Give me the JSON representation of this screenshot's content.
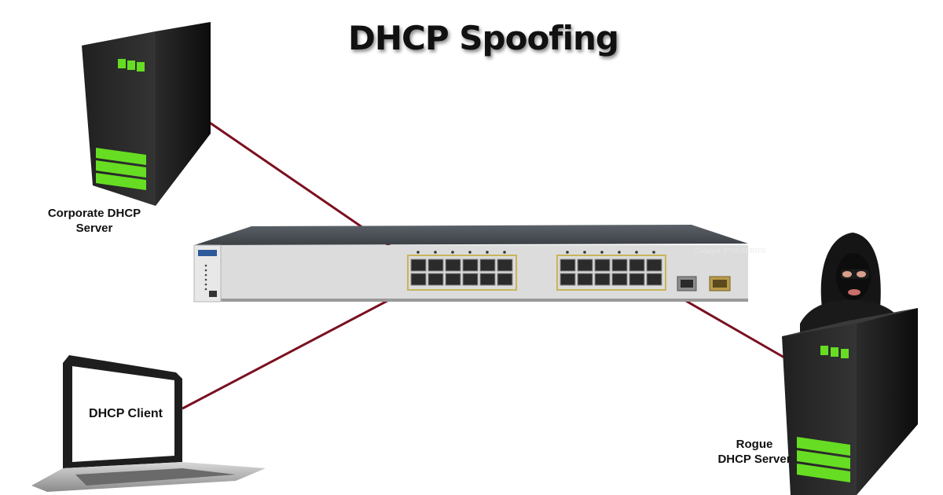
{
  "title": "DHCP Spoofing",
  "nodes": {
    "corporate_server": {
      "label_line1": "Corporate DHCP",
      "label_line2": "Server"
    },
    "rogue_server": {
      "label_line1": "Rogue",
      "label_line2": "DHCP Server"
    },
    "client": {
      "label": "DHCP Client"
    },
    "switch": {
      "model": "Catalyst 3750 SERIES",
      "port_count": 24
    }
  },
  "colors": {
    "link": "#7a1020",
    "server_body": "#1a1a1a",
    "server_led": "#66dd22",
    "switch_face": "#dcdcdc",
    "switch_top": "#4a5056",
    "port_border": "#c9b45a"
  }
}
